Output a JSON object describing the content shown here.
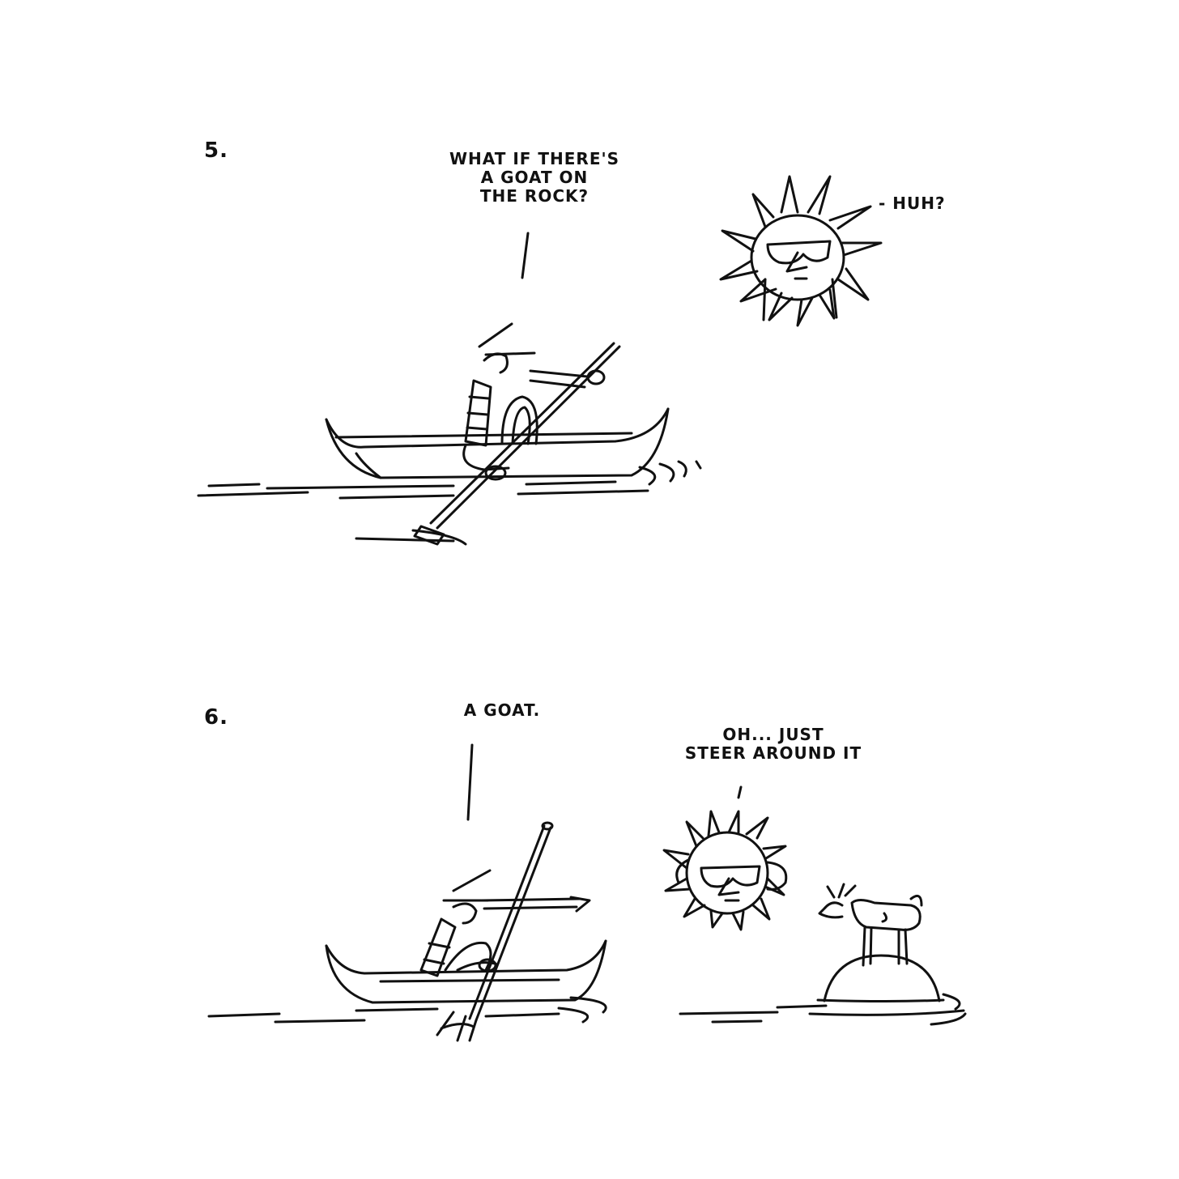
{
  "panels": [
    {
      "number": "5.",
      "paddler_speech": [
        "WHAT IF THERE'S",
        "A GOAT ON",
        "THE ROCK?"
      ],
      "sun_speech": "- HUH?"
    },
    {
      "number": "6.",
      "paddler_speech": [
        "A GOAT."
      ],
      "sun_speech": [
        "OH... JUST",
        "STEER AROUND IT"
      ]
    }
  ],
  "colors": {
    "ink": "#111111",
    "paper": "#ffffff"
  }
}
